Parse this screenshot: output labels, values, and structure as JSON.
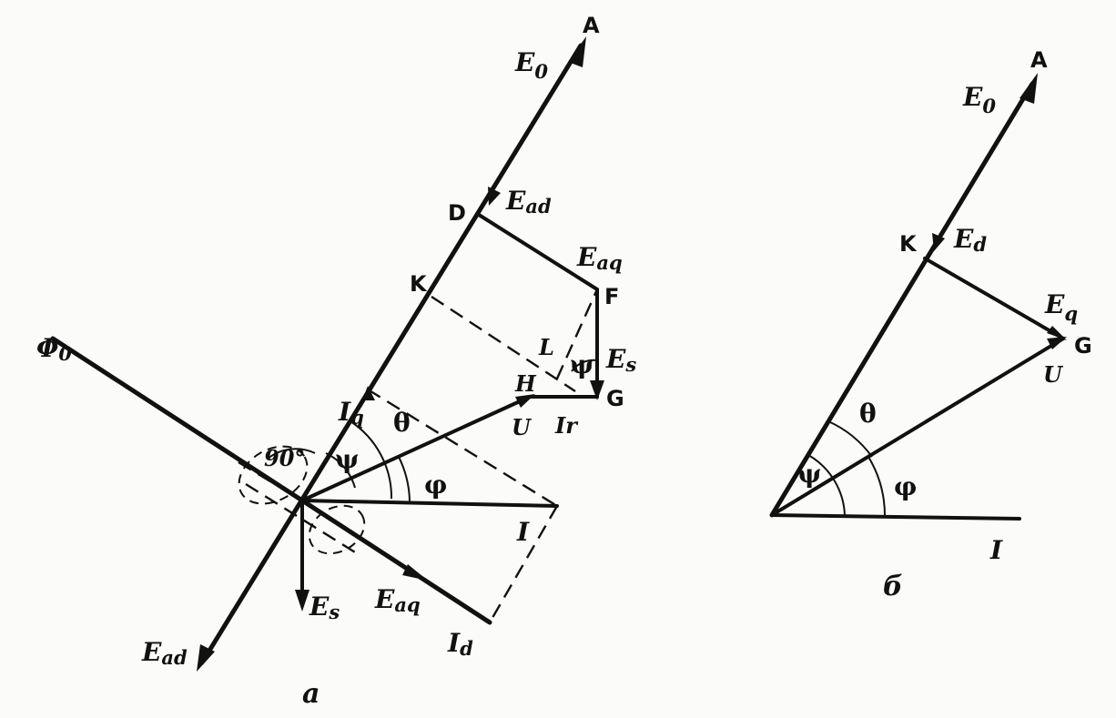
{
  "diagram_a": {
    "caption": "а",
    "labels": {
      "A": "A",
      "E0_main": "E",
      "E0_sub": "0",
      "D": "D",
      "Ead_main": "E",
      "Ead_sub": "ad",
      "Eaq_top_main": "E",
      "Eaq_top_sub": "aq",
      "K": "K",
      "F": "F",
      "L": "L",
      "psi_small": "ψ",
      "Es_top_main": "E",
      "Es_top_sub": "s",
      "H": "H",
      "G": "G",
      "Iq_main": "I",
      "Iq_sub": "q",
      "theta": "θ",
      "U": "U",
      "Ir": "Ir",
      "phi0_main": "Φ",
      "phi0_sub": "0",
      "deg90": "90°",
      "psi": "ψ",
      "phi": "φ",
      "I": "I",
      "Es_bot_main": "E",
      "Es_bot_sub": "s",
      "Eaq_bot_main": "E",
      "Eaq_bot_sub": "aq",
      "Id_main": "I",
      "Id_sub": "d",
      "Ead_bot_main": "E",
      "Ead_bot_sub": "ad"
    }
  },
  "diagram_b": {
    "caption": "б",
    "labels": {
      "A": "A",
      "E0_main": "E",
      "E0_sub": "0",
      "K": "K",
      "Ed_main": "E",
      "Ed_sub": "d",
      "Eq_main": "E",
      "Eq_sub": "q",
      "G": "G",
      "U": "U",
      "theta": "θ",
      "psi": "ψ",
      "phi": "φ",
      "I": "I"
    }
  }
}
